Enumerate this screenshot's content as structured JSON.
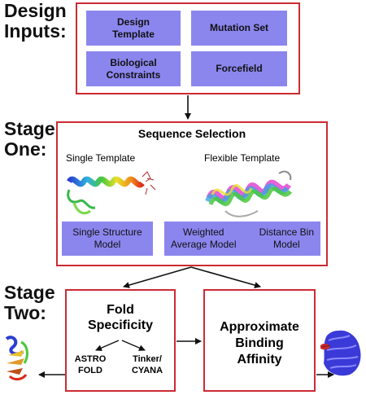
{
  "labels": {
    "design_inputs": [
      "Design",
      "Inputs:"
    ],
    "stage_one": [
      "Stage",
      "One:"
    ],
    "stage_two": [
      "Stage",
      "Two:"
    ]
  },
  "design_inputs": {
    "design_template": [
      "Design",
      "Template"
    ],
    "mutation_set": "Mutation Set",
    "biological_constraints": [
      "Biological",
      "Constraints"
    ],
    "forcefield": "Forcefield"
  },
  "sequence_selection": {
    "title": "Sequence Selection",
    "single_template": "Single Template",
    "flexible_template": "Flexible Template",
    "single_structure_model": [
      "Single Structure",
      "Model"
    ],
    "weighted_average_model": [
      "Weighted",
      "Average Model"
    ],
    "distance_bin_model": [
      "Distance Bin",
      "Model"
    ]
  },
  "fold_specificity": {
    "title": [
      "Fold",
      "Specificity"
    ],
    "astro_fold": [
      "ASTRO",
      "FOLD"
    ],
    "tinker_cyana": [
      "Tinker/",
      "CYANA"
    ]
  },
  "binding": {
    "title": [
      "Approximate",
      "Binding",
      "Affinity"
    ]
  },
  "colors": {
    "box_border": "#cc2b33",
    "purple_fill": "#8b86ee"
  }
}
